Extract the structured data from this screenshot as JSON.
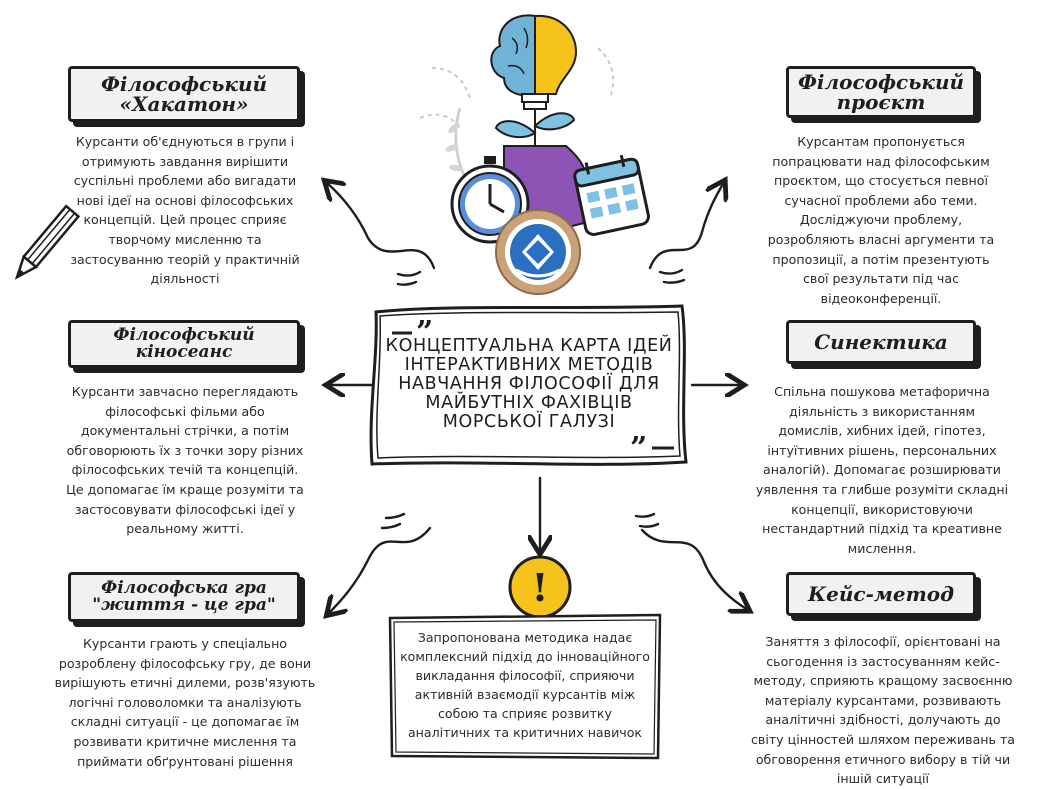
{
  "center_title": [
    "КОНЦЕПТУАЛЬНА КАРТА ІДЕЙ",
    "ІНТЕРАКТИВНИХ МЕТОДІВ",
    "НАВЧАННЯ ФІЛОСОФІЇ  ДЛЯ",
    "МАЙБУТНІХ ФАХІВЦІВ",
    "МОРСЬКОЇ ГАЛУЗІ"
  ],
  "exclamation": "!",
  "nodes": {
    "hackathon": {
      "title": [
        "Філософський",
        "«Хакатон»"
      ],
      "text": [
        "Курсанти об'єднуються в групи і",
        "отримують завдання вирішити",
        "суспільні проблеми або вигадати",
        "нові ідеї на основі філософських",
        "концепцій. Цей процес сприяє",
        "творчому мисленню та",
        "застосуванню теорій у практичній",
        "діяльності"
      ]
    },
    "project": {
      "title": [
        "Філософський",
        "проєкт"
      ],
      "text": [
        "Курсантам пропонується",
        "попрацювати над філософським",
        "проєктом, що стосується певної",
        "сучасної проблеми або теми.",
        "Досліджуючи проблему,",
        "розробляють власні аргументи та",
        "пропозиції, а потім презентують",
        "свої результати під час",
        "відеоконференції."
      ]
    },
    "cinema": {
      "title": [
        "Філософський",
        "кіносеанс"
      ],
      "text": [
        "Курсанти завчасно переглядають",
        "філософські фільми або",
        "документальні стрічки, а потім",
        "обговорюють їх з точки зору різних",
        "філософських течій та концепцій.",
        "Це допомагає їм краще розуміти та",
        "застосовувати філософські ідеї у",
        "реальному житті."
      ]
    },
    "synectics": {
      "title": [
        "Синектика"
      ],
      "text": [
        "Спільна пошукова метафорична",
        "діяльність з використанням",
        "домислів, хибних ідей, гіпотез,",
        "інтуїтивних рішень, персональних",
        "аналогій). Допомагає розширювати",
        "уявлення та глибше розуміти складні",
        "концепції, використовуючи",
        "нестандартний підхід та креативне",
        "мислення."
      ]
    },
    "game": {
      "title": [
        "Філософська гра",
        "\"життя - це гра\""
      ],
      "text": [
        "Курсанти грають у спеціально",
        "розроблену філософську гру, де вони",
        "вирішують етичні дилеми, розв'язують",
        "логічні головоломки та аналізують",
        "складні ситуації  - це допомагає їм",
        "розвивати критичне мислення та",
        "приймати обґрунтовані рішення"
      ]
    },
    "case": {
      "title": [
        "Кейс-метод"
      ],
      "text": [
        "Заняття з філософії, орієнтовані на",
        "сьогодення із застосуванням кейс-",
        "методу, сприяють кращому засвоєнню",
        "матеріалу курсантами, розвивають",
        "аналітичні здібності, долучають до",
        "світу цінностей шляхом переживань та",
        "обговорення етичного вибору в тій чи",
        "іншій ситуації"
      ]
    }
  },
  "summary": [
    "Запропонована методика надає",
    "комплексний підхід до інноваційного",
    "викладання філософії, сприяючи",
    "активній взаємодії курсантів між",
    "собою та сприяє розвитку",
    "аналітичних та критичних навичок"
  ],
  "colors": {
    "ink": "#1e1e1e",
    "label_bg": "#f1f1f1",
    "bulb": "#f6c21c",
    "brain": "#6fb3d6",
    "head": "#8d54b5",
    "leaf": "#7fc1e3",
    "emblem_ring": "#c9a27a",
    "emblem": "#2a6fc0"
  }
}
